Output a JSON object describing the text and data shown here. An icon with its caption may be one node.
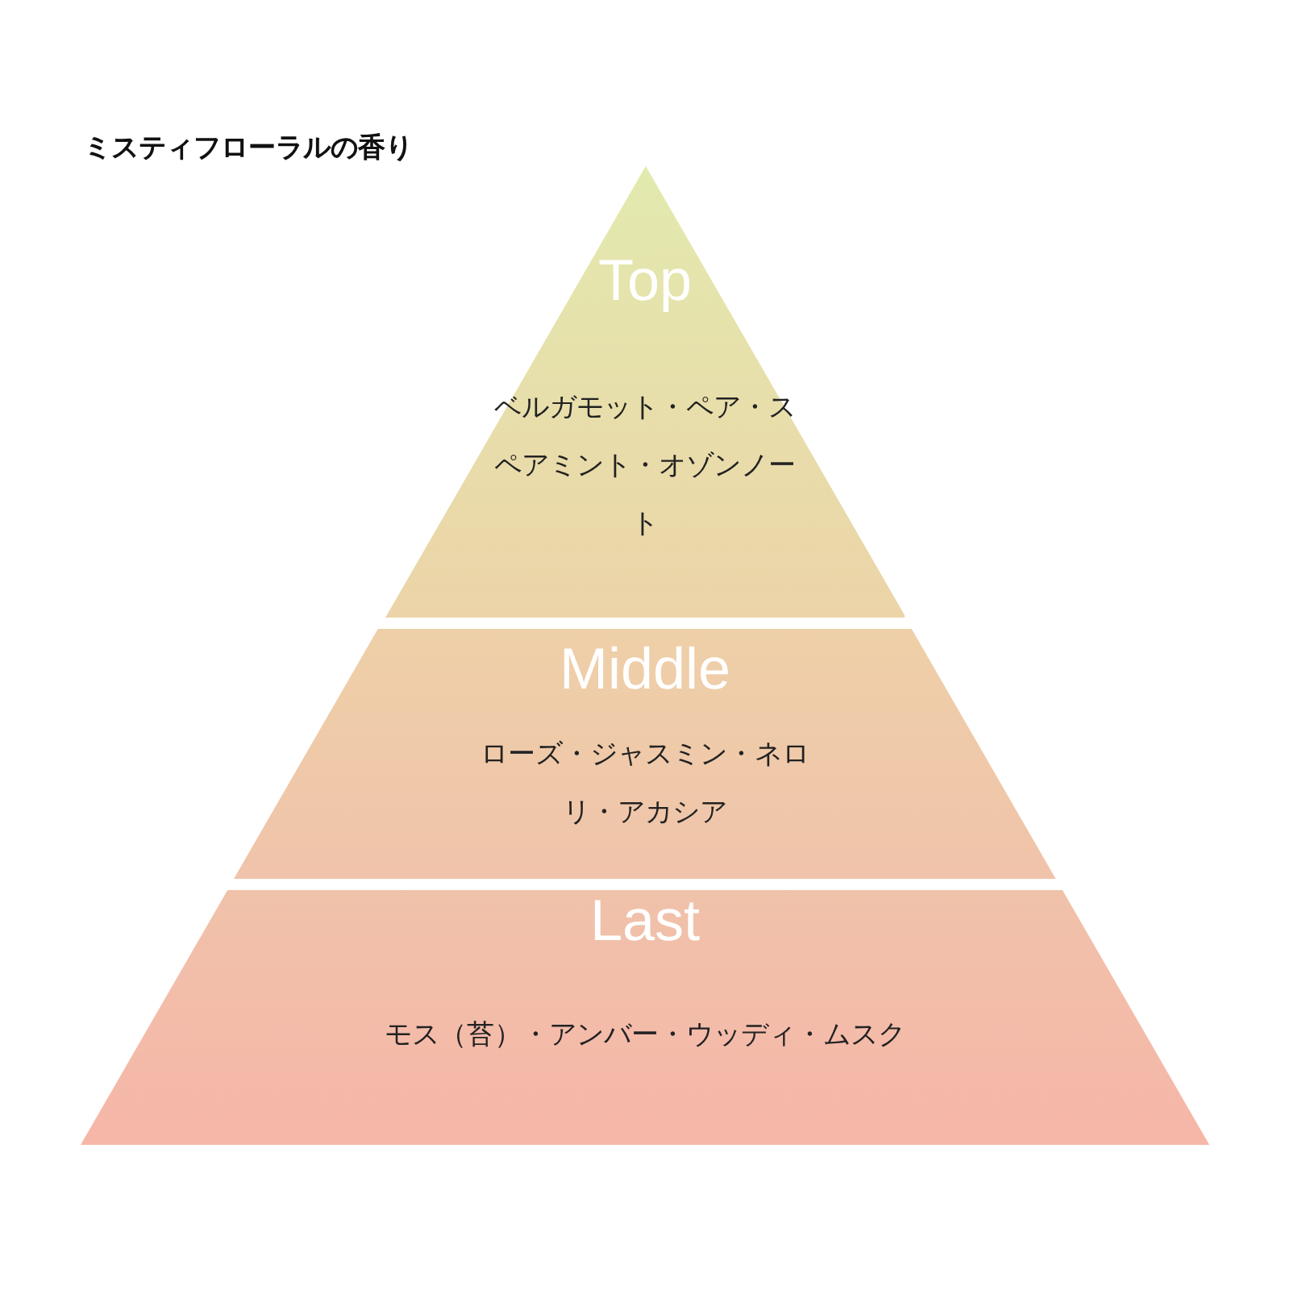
{
  "diagram": {
    "title": "ミスティフローラルの香り",
    "nodes": [
      {
        "text": [
          "Top",
          "ベルガモット・ペア・スペアミント・オゾンノート"
        ]
      },
      {
        "text": [
          "Middle",
          "ローズ・ジャスミン・ネロリ・アカシア"
        ]
      },
      {
        "text": [
          "Last",
          "モス（苔）・アンバー・ウッディ・ムスク"
        ]
      }
    ],
    "edges": []
  }
}
